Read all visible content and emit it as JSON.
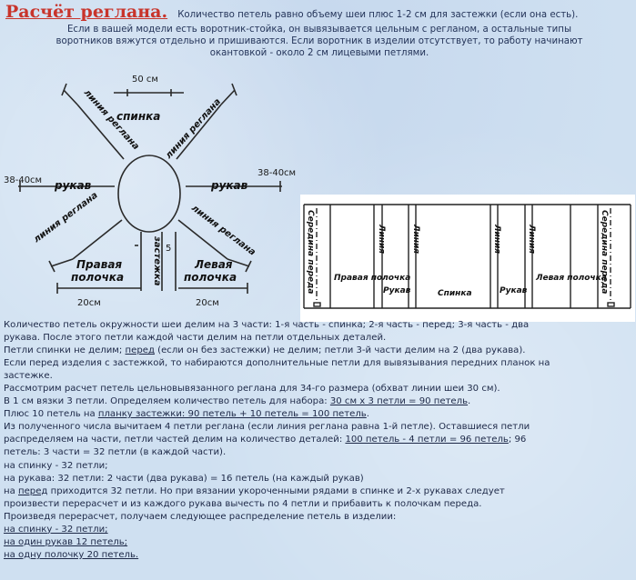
{
  "header": {
    "title": "Расчёт реглана.",
    "intro_line1": "Количество петель равно объему шеи плюс 1-2 см для застежки (если она есть).",
    "intro_line2": "Если в вашей модели есть воротник-стойка, он вывязывается цельным с регланом, а остальные типы",
    "intro_line3": "воротников вяжутся отдельно и пришиваются. Если воротник в изделии отсутствует, то работу начинают",
    "intro_line4": "окантовкой - около 2 см лицевыми петлями."
  },
  "diagram": {
    "top_measure": "50 см",
    "left_measure": "38-40см",
    "right_measure": "38-40см",
    "back": "спинка",
    "sleeve_left": "рукав",
    "sleeve_right": "рукав",
    "raglan_line": "линия реглана",
    "fastener": "застежка",
    "fastener_width": "5",
    "right_front_1": "Правая",
    "right_front_2": "полочка",
    "left_front_1": "Левая",
    "left_front_2": "полочка",
    "bottom_left_measure": "20см",
    "bottom_right_measure": "20см"
  },
  "panel": {
    "col_labels": [
      "Середина переда",
      "Правая полочка",
      "Линия",
      "Рукав",
      "Линия",
      "Спинка",
      "Линия",
      "Рукав",
      "Линия",
      "Левая полочка",
      "Середина переда"
    ]
  },
  "body": {
    "l1": "Количество петель окружности шеи делим на 3 части: 1-я часть - спинка; 2-я часть - перед; 3-я часть - два",
    "l2": "рукава. После этого петли каждой части делим на петли отдельных деталей.",
    "l3a": "Петли спинки не делим; ",
    "l3u": "перед",
    "l3b": " (если он без застежки) не делим; петли 3-й части делим на 2 (два рукава).",
    "l4": "Если перед изделия с застежкой, то набираются дополнительные петли для вывязывания передних планок на",
    "l5": "застежке.",
    "l6": "Рассмотрим расчет петель цельновывязанного реглана для 34-го размера (обхват линии шеи 30 см).",
    "l7a": "В 1 см вязки 3 петли. Определяем количество петель для набора: ",
    "l7u": "30 см х 3 петли = 90 петель",
    "l7b": ".",
    "l8a": "Плюс 10 петель на ",
    "l8u": "планку застежки: 90 петель + 10 петель = 100 петель",
    "l8b": ".",
    "l9": "Из полученного числа вычитаем 4 петли реглана (если линия реглана равна 1-й петле). Оставшиеся петли",
    "l10a": "распределяем на части, петли частей делим на количество деталей: ",
    "l10u": "100 петель - 4 петли = 96 петель",
    "l10b": "; 96",
    "l11": "петель: 3 части = 32 петли (в каждой части).",
    "l12": "на спинку - 32 петли;",
    "l13": "на рукава: 32 петли: 2 части (два рукава) = 16 петель (на каждый рукав)",
    "l14a": "на ",
    "l14u": "перед",
    "l14b": " приходится 32 петли. Но при вязании укороченными рядами в спинке и 2-х рукавах следует",
    "l15": "произвести перерасчет и из каждого рукава вычесть по 4 петли и прибавить к полочкам переда.",
    "l16": "Произведя перерасчет, получаем следующее распределение петель в изделии:",
    "l17": "на спинку - 32 петли;",
    "l18": "на один рукав 12 петель;",
    "l19": "на одну полочку 20 петель."
  }
}
